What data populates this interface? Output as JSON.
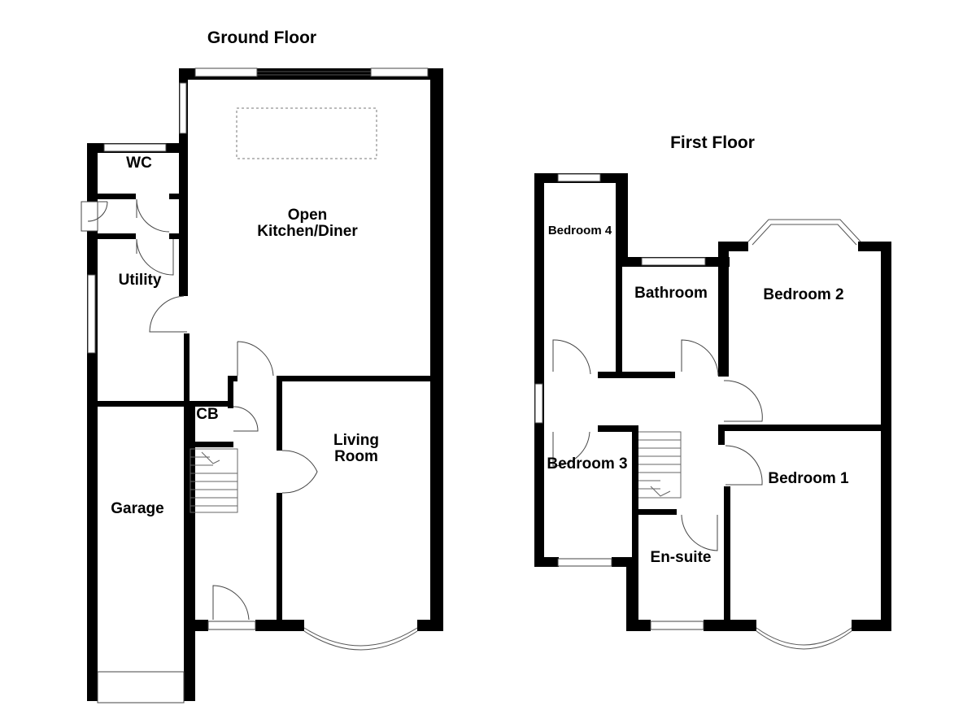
{
  "floors": {
    "ground": {
      "title": "Ground Floor",
      "rooms": {
        "wc": "WC",
        "utility": "Utility",
        "open_kitchen_1": "Open",
        "open_kitchen_2": "Kitchen/Diner",
        "cb": "CB",
        "living_1": "Living",
        "living_2": "Room",
        "garage": "Garage"
      }
    },
    "first": {
      "title": "First Floor",
      "rooms": {
        "bedroom4": "Bedroom 4",
        "bathroom": "Bathroom",
        "bedroom2": "Bedroom 2",
        "bedroom3": "Bedroom 3",
        "bedroom1": "Bedroom 1",
        "ensuite": "En-suite"
      }
    }
  }
}
